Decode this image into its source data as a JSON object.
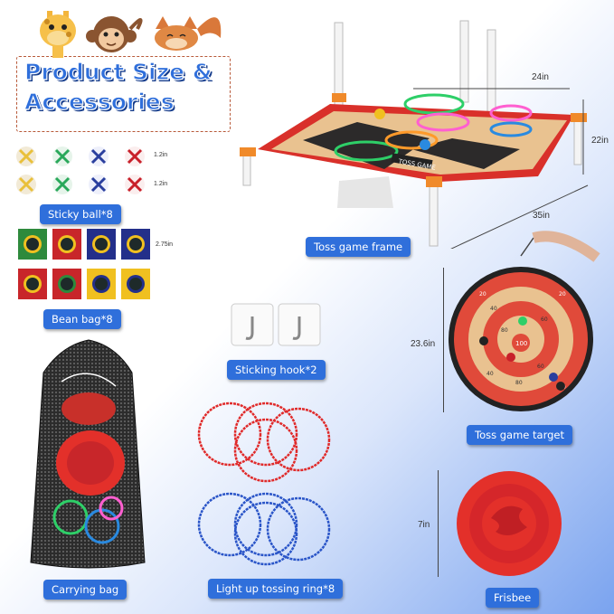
{
  "title": {
    "line1": "Product Size &",
    "line2": "Accessories"
  },
  "labels": {
    "sticky_ball": "Sticky ball*8",
    "bean_bag": "Bean bag*8",
    "toss_frame": "Toss game frame",
    "sticking_hook": "Sticking hook*2",
    "toss_target": "Toss game target",
    "carrying_bag": "Carrying bag",
    "tossing_ring": "Light up tossing ring*8",
    "frisbee": "Frisbee"
  },
  "dimensions": {
    "frame_width": "24in",
    "frame_height": "22in",
    "frame_depth": "35in",
    "target_diameter": "23.6in",
    "frisbee_diameter": "7in",
    "ball_size_1": "1.2in",
    "ball_size_2": "1.2in",
    "bag_size": "2.75in"
  },
  "frame_banner": "TOSS GAME",
  "target_scores": [
    "20",
    "40",
    "60",
    "80",
    "100",
    "20",
    "40",
    "60",
    "80",
    "20"
  ],
  "colors": {
    "accent": "#2f6fdb",
    "frame_red": "#d9302a",
    "ring_red": "#e02a2a",
    "ring_blue": "#2a55c8",
    "frisbee": "#e3302a"
  }
}
